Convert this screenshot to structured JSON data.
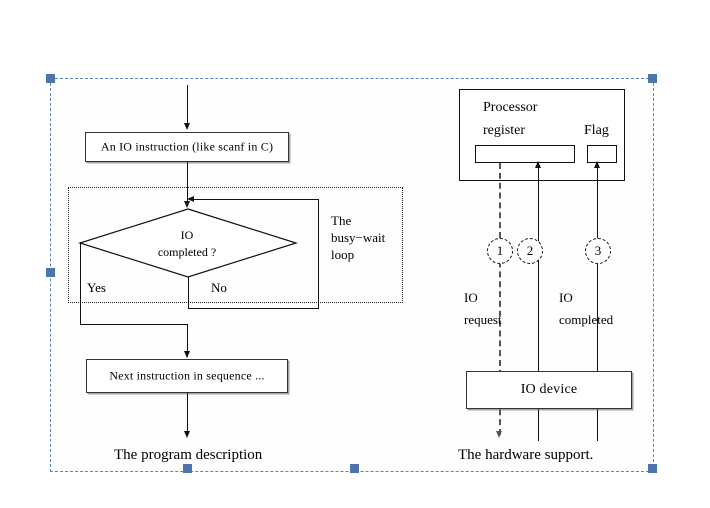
{
  "slide": {
    "title_left_caption": "The program description",
    "title_right_caption": "The hardware support."
  },
  "program_flow": {
    "instruction_box": "An  IO  instruction  (like scanf in C)",
    "decision_line1": "IO",
    "decision_line2": "completed ?",
    "yes_label": "Yes",
    "no_label": "No",
    "loop_label_line1": "The",
    "loop_label_line2": "busy−wait",
    "loop_label_line3": "loop",
    "next_instruction_box": "Next instruction in sequence ..."
  },
  "hardware": {
    "processor_title_line1": "Processor",
    "processor_title_line2": "register",
    "flag_label": "Flag",
    "device_box": "IO   device",
    "step1": "1",
    "step2": "2",
    "step3": "3",
    "io_request_line1": "IO",
    "io_request_line2": "request",
    "io_completed_line1": "IO",
    "io_completed_line2": "completed"
  },
  "colors": {
    "selection": "#4b75ab",
    "stroke": "#111111",
    "background": "#ffffff"
  }
}
